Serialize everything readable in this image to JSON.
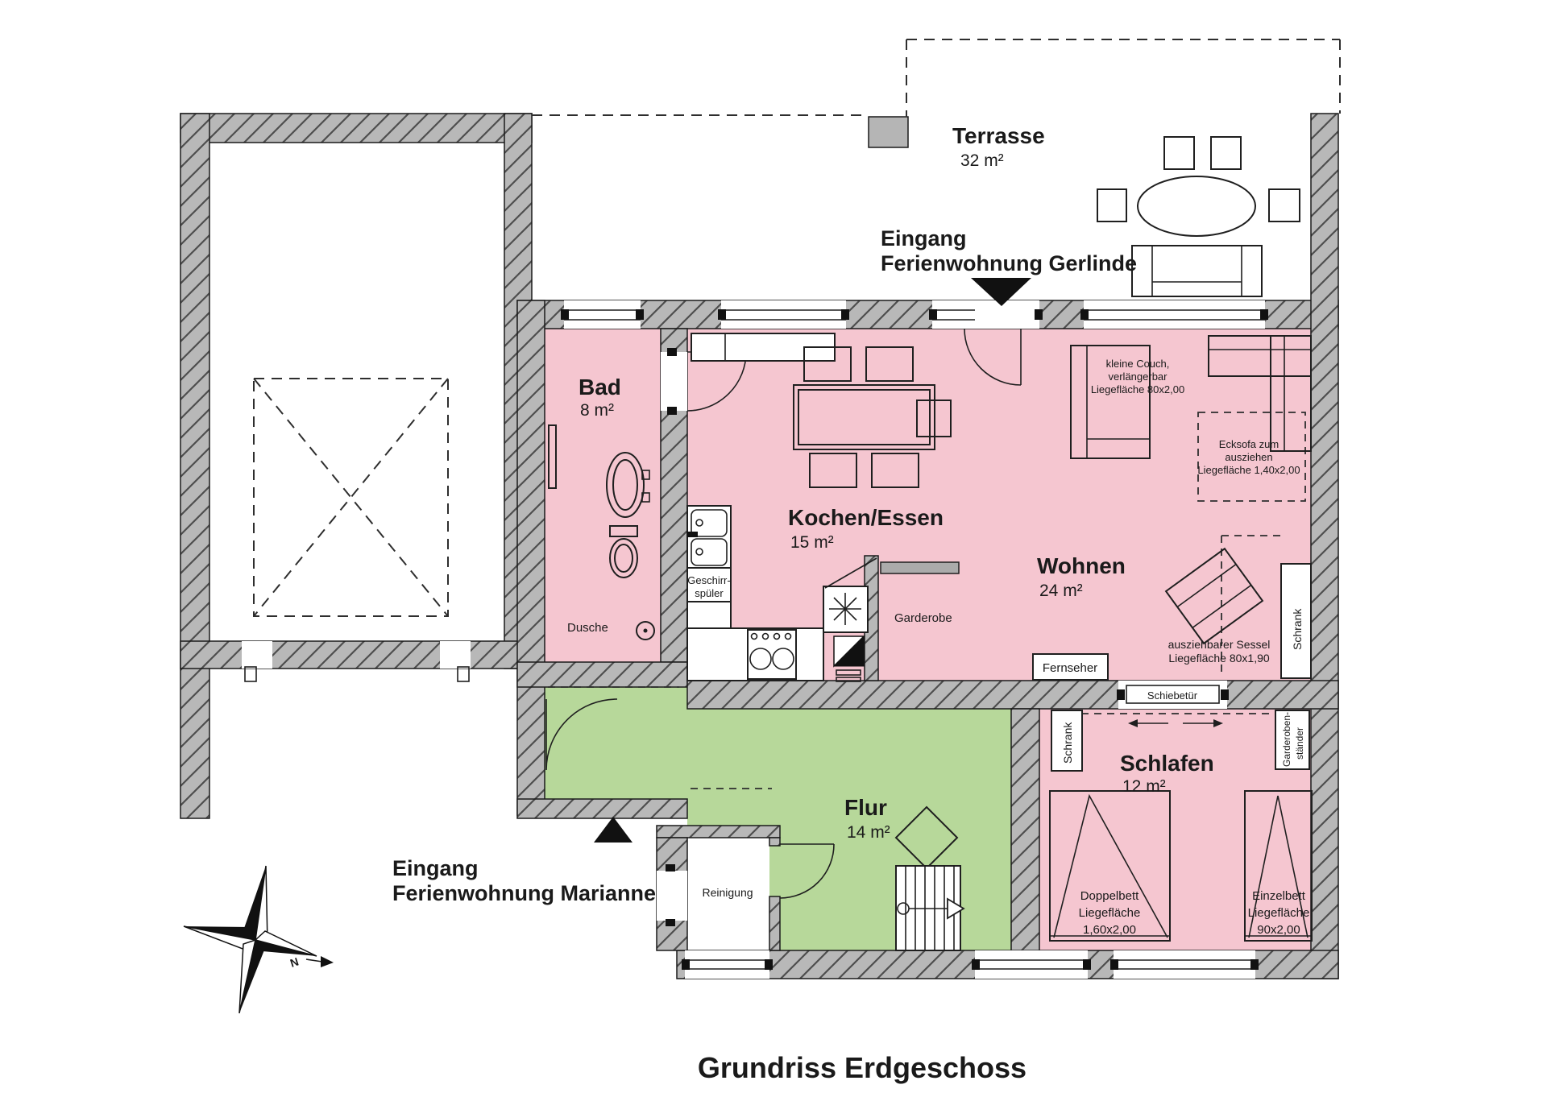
{
  "title": "Grundriss Erdgeschoss",
  "colors": {
    "room_pink": "#f5c6d0",
    "hall_green": "#b7d89a",
    "wall_gray": "#b8b8b8",
    "accent_blue": "#1558d0"
  },
  "entrances": {
    "gerlinde": {
      "line1": "Eingang",
      "line2": "Ferienwohnung Gerlinde"
    },
    "marianne": {
      "line1": "Eingang",
      "line2": "Ferienwohnung Marianne"
    }
  },
  "rooms": {
    "terrasse": {
      "name": "Terrasse",
      "area": "32 m²"
    },
    "bad": {
      "name": "Bad",
      "area": "8 m²"
    },
    "kochen": {
      "name": "Kochen/Essen",
      "area": "15 m²"
    },
    "wohnen": {
      "name": "Wohnen",
      "area": "24 m²"
    },
    "schlafen": {
      "name": "Schlafen",
      "area": "12 m²"
    },
    "flur": {
      "name": "Flur",
      "area": "14 m²"
    }
  },
  "labels": {
    "dusche": "Dusche",
    "geschirrspueler": [
      "Geschirr-",
      "spüler"
    ],
    "garderobe": "Garderobe",
    "fernseher": "Fernseher",
    "schiebetuer": "Schiebetür",
    "schrank_wohnen": "Schrank",
    "schrank_schlafen": "Schrank",
    "garderobenstaender": [
      "Garderoben-",
      "ständer"
    ],
    "reinigung": "Reinigung",
    "kleine_couch": [
      "kleine Couch,",
      "verlängerbar",
      "Liegefläche 80x2,00"
    ],
    "ecksofa": [
      "Ecksofa zum",
      "ausziehen",
      "Liegefläche 1,40x2,00"
    ],
    "sessel": [
      "ausziehbarer Sessel",
      "Liegefläche 80x1,90"
    ],
    "doppelbett": [
      "Doppelbett",
      "Liegefläche",
      "1,60x2,00"
    ],
    "einzelbett": [
      "Einzelbett",
      "Liegefläche",
      "90x2,00"
    ],
    "north": "N"
  }
}
